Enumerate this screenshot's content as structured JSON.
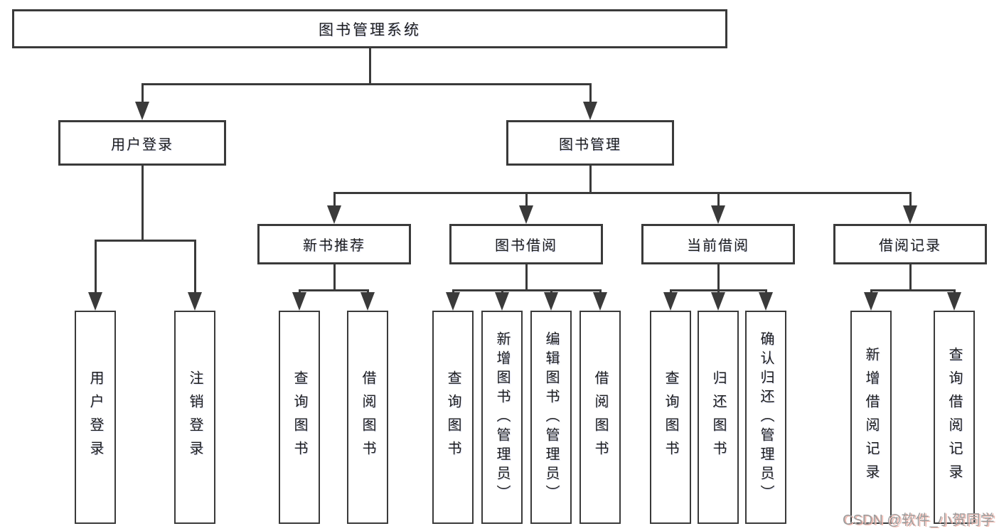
{
  "tree": {
    "label": "图书管理系统",
    "children": [
      {
        "label": "用户登录",
        "children": [
          {
            "label": "用户登录"
          },
          {
            "label": "注销登录"
          }
        ]
      },
      {
        "label": "图书管理",
        "children": [
          {
            "label": "新书推荐",
            "children": [
              {
                "label": "查询图书"
              },
              {
                "label": "借阅图书"
              }
            ]
          },
          {
            "label": "图书借阅",
            "children": [
              {
                "label": "查询图书"
              },
              {
                "label": "新增图书（管理员）"
              },
              {
                "label": "编辑图书（管理员）"
              },
              {
                "label": "借阅图书"
              }
            ]
          },
          {
            "label": "当前借阅",
            "children": [
              {
                "label": "查询图书"
              },
              {
                "label": "归还图书"
              },
              {
                "label": "确认归还（管理员）"
              }
            ]
          },
          {
            "label": "借阅记录",
            "children": [
              {
                "label": "新增借阅记录"
              },
              {
                "label": "查询借阅记录"
              }
            ]
          }
        ]
      }
    ]
  },
  "watermark": {
    "text": "CSDN @软件_小贺同学"
  },
  "colors": {
    "line": "#3a3a3a",
    "box_border": "#3a3a3a",
    "box_fill": "#ffffff",
    "text": "#1d1d1d",
    "watermark": "#9c9c9c",
    "background": "#ffffff"
  }
}
